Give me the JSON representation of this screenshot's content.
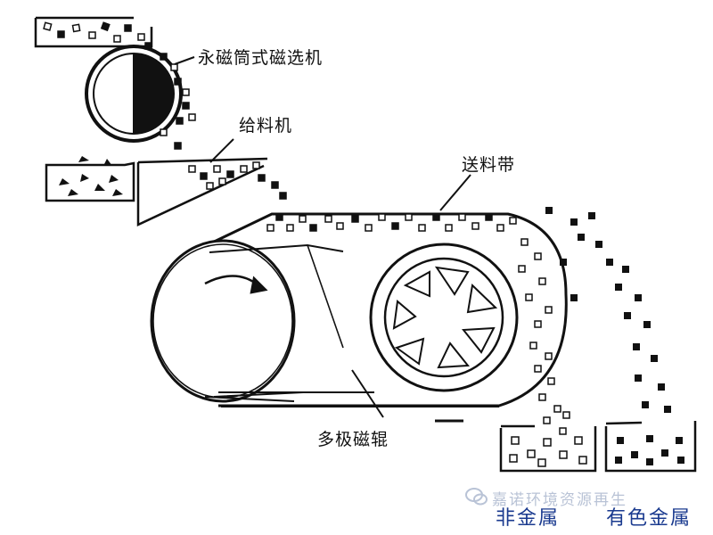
{
  "labels": {
    "magnetic_drum": "永磁筒式磁选机",
    "feeder": "给料机",
    "conveyor_belt": "送料带",
    "multipole_roller": "多极磁辊",
    "non_ferrous_bin": "非金属",
    "colored_metal_bin": "有色金属"
  },
  "watermark": {
    "text": "嘉诺环境资源再生"
  },
  "icons": {
    "wechat": "wechat-icon",
    "rotation_arrow": "rotation-arrow-icon"
  }
}
